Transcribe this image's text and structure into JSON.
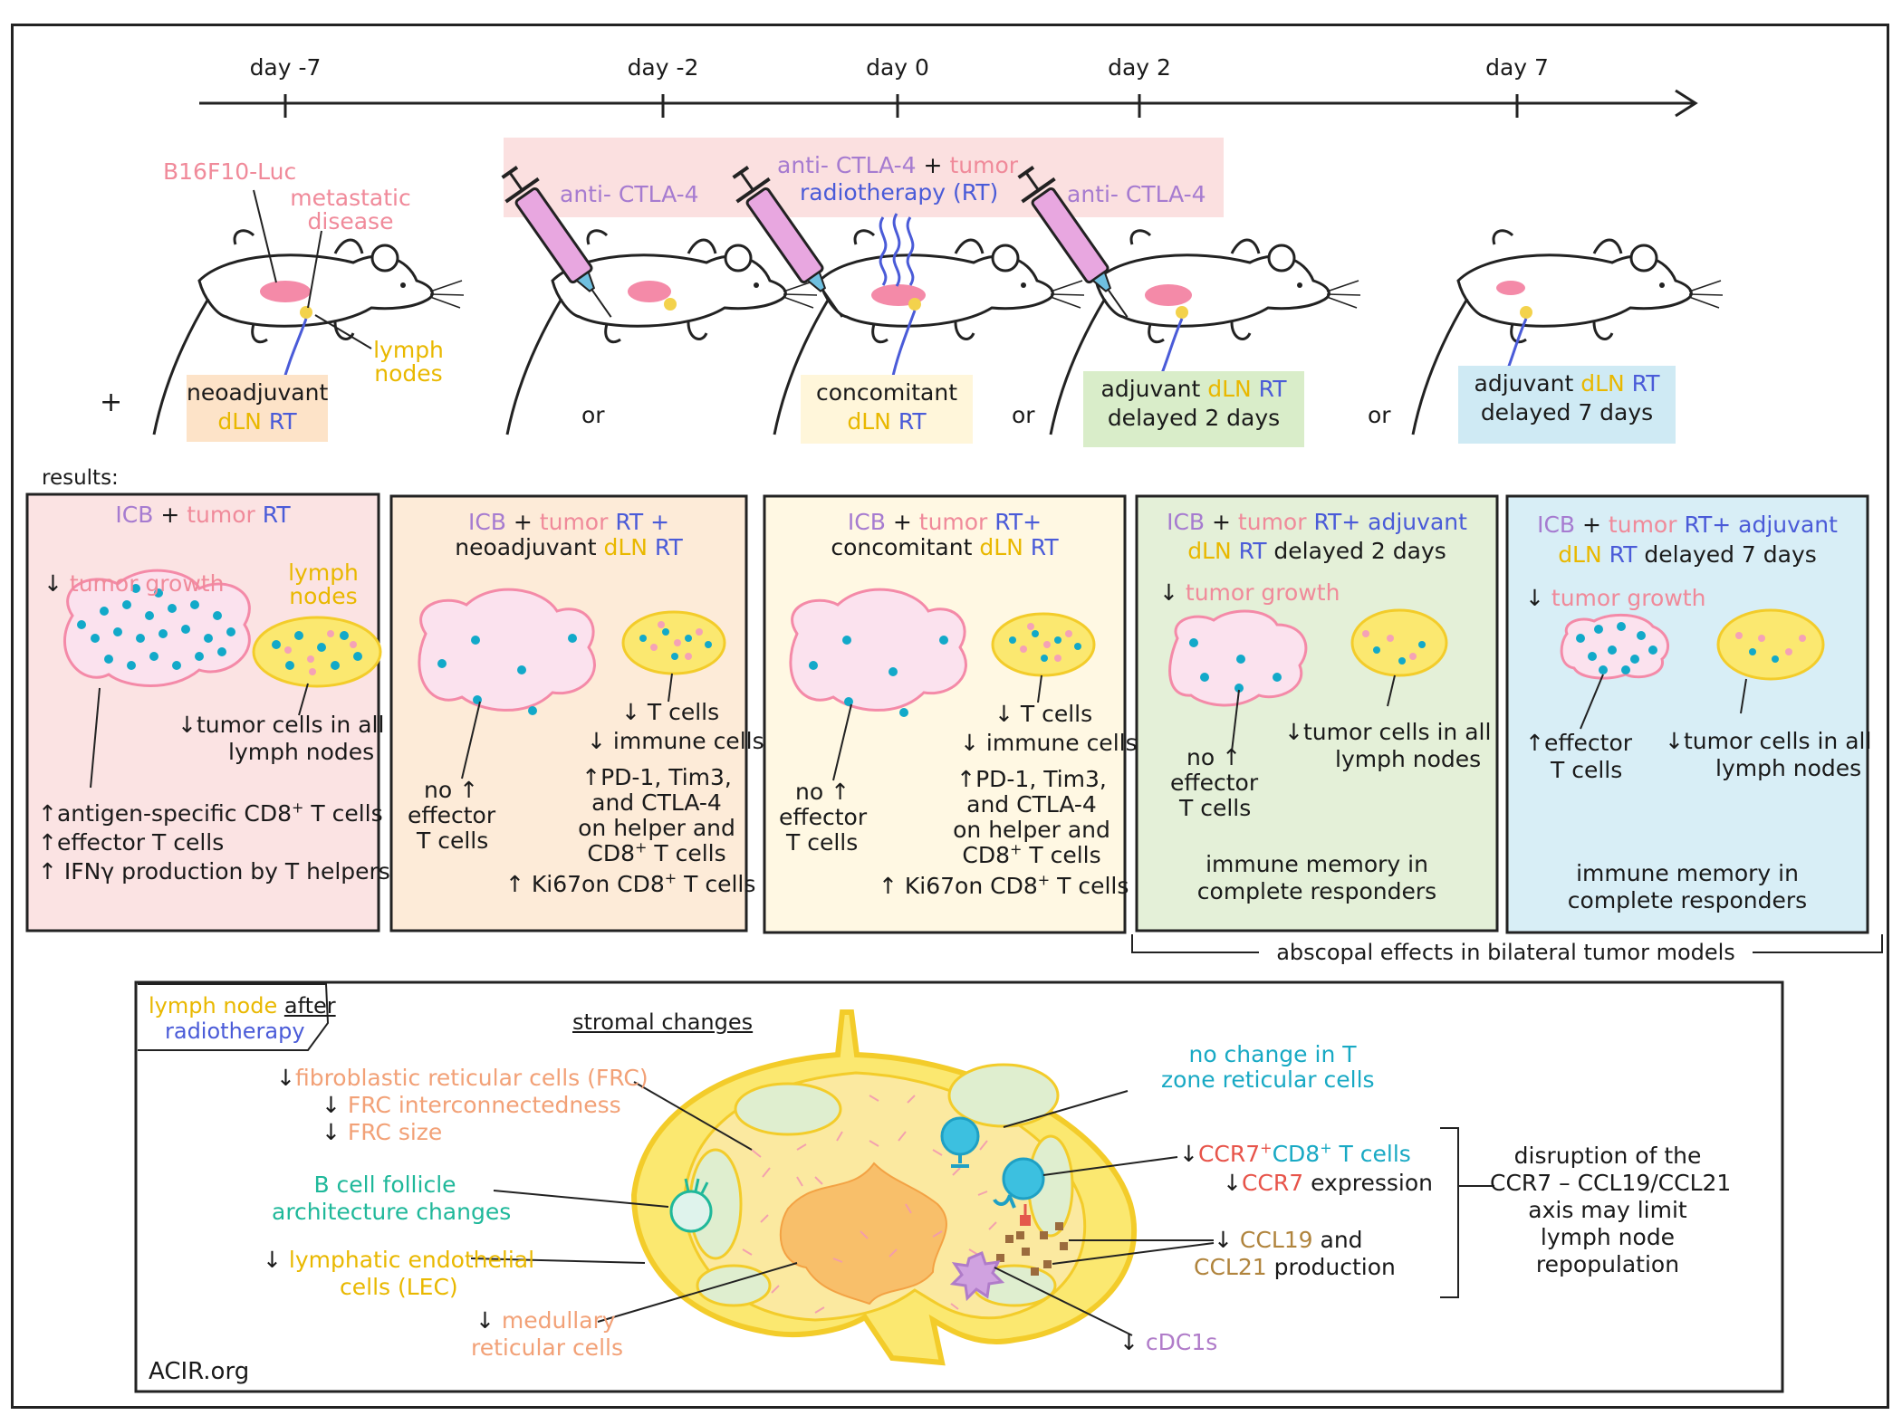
{
  "timeline": {
    "days": [
      "day -7",
      "day -2",
      "day 0",
      "day 2",
      "day 7"
    ]
  },
  "top": {
    "treatment_band": {
      "anti_ctla4_left": "anti- CTLA-4",
      "anti_ctla4_mid": "anti- CTLA-4",
      "plus": "+",
      "tumor": "tumor",
      "radiotherapy": "radiotherapy (RT)",
      "anti_ctla4_right": "anti- CTLA-4"
    },
    "mouse_labels": {
      "b16": "B16F10-Luc",
      "metastatic": "metastatic",
      "disease": "disease",
      "lymph": "lymph",
      "nodes": "nodes"
    },
    "plus_sign": "+",
    "or_labels": [
      "or",
      "or",
      "or"
    ],
    "schedules": [
      {
        "line1": "neoadjuvant",
        "dln": "dLN",
        "rt": "RT"
      },
      {
        "line1": "concomitant",
        "dln": "dLN",
        "rt": "RT"
      },
      {
        "pre": "adjuvant",
        "dln": "dLN",
        "rt": "RT",
        "line2": "delayed 2 days"
      },
      {
        "pre": "adjuvant",
        "dln": "dLN",
        "rt": "RT",
        "line2": "delayed 7 days"
      }
    ]
  },
  "results_label": "results:",
  "panels": [
    {
      "icb": "ICB",
      "plus": "+",
      "tumor": "tumor",
      "rt": "RT",
      "tumor_growth_arrow": "↓",
      "tumor_growth": "tumor growth",
      "lymph1": "lymph",
      "lymph2": "nodes",
      "tc1": "↓tumor cells in all",
      "tc2": "lymph nodes",
      "b1": "↑antigen-specific CD8",
      "b1sup": "+",
      "b1b": " T cells",
      "b2": "↑effector T cells",
      "b3": "↑ IFNγ production by T helpers"
    },
    {
      "icb": "ICB",
      "plus": "+",
      "tumor": "tumor",
      "rt": "RT +",
      "line2_pre": "neoadjuvant",
      "dln": "dLN",
      "rt2": "RT",
      "no": "no ↑",
      "eff": "effector",
      "tc": "T cells",
      "r1": "↓ T cells",
      "r2": "↓ immune cells",
      "r3": "↑PD-1, Tim3,",
      "r4": "and CTLA-4",
      "r5": "on helper and",
      "r6": "CD8",
      "r6sup": "+",
      "r6b": " T cells",
      "r7": "↑ Ki67on CD8",
      "r7sup": "+",
      "r7b": " T cells"
    },
    {
      "icb": "ICB",
      "plus": "+",
      "tumor": "tumor",
      "rt": "RT+",
      "line2_pre": "concomitant",
      "dln": "dLN",
      "rt2": "RT",
      "no": "no ↑",
      "eff": "effector",
      "tc": "T cells",
      "r1": "↓ T cells",
      "r2": "↓ immune cells",
      "r3": "↑PD-1, Tim3,",
      "r4": "and CTLA-4",
      "r5": "on helper and",
      "r6": "CD8",
      "r6sup": "+",
      "r6b": " T cells",
      "r7": "↑ Ki67on CD8",
      "r7sup": "+",
      "r7b": " T cells"
    },
    {
      "icb": "ICB",
      "plus": "+",
      "tumor": "tumor",
      "rt": "RT+ adjuvant",
      "dln": "dLN",
      "rt2": "RT",
      "delay": "delayed 2 days",
      "tumor_growth_arrow": "↓",
      "tumor_growth": "tumor growth",
      "no": "no ↑",
      "eff": "effector",
      "tc": "T cells",
      "tc1": "↓tumor cells in all",
      "tc2": "lymph nodes",
      "mem1": "immune memory in",
      "mem2": "complete responders"
    },
    {
      "icb": "ICB",
      "plus": "+",
      "tumor": "tumor",
      "rt": "RT+ adjuvant",
      "dln": "dLN",
      "rt2": "RT",
      "delay": "delayed 7 days",
      "tumor_growth_arrow": "↓",
      "tumor_growth": "tumor growth",
      "eff1": "↑effector",
      "eff2": "T cells",
      "tc1": "↓tumor cells in all",
      "tc2": "lymph nodes",
      "mem1": "immune memory in",
      "mem2": "complete responders"
    }
  ],
  "abscopal": "abscopal effects in bilateral tumor models",
  "bottom": {
    "legend": {
      "lymph_node": "lymph node",
      "after": "after",
      "radiotherapy": "radiotherapy"
    },
    "stromal_title": "stromal changes",
    "frc1": "fibroblastic reticular cells (FRC)",
    "frc2": "FRC interconnectedness",
    "frc3": "FRC size",
    "bcell1": "B cell follicle",
    "bcell2": "architecture changes",
    "lec1": "lymphatic endothelial",
    "lec2": "cells (LEC)",
    "med1": "medullary",
    "med2": "reticular cells",
    "tzone1": "no change in T",
    "tzone2": "zone reticular cells",
    "ccr7_a": "CCR7",
    "ccr7_sup1": "+",
    "ccr7_b": "CD8",
    "ccr7_sup2": "+",
    "ccr7_c": " T cells",
    "ccr7_expr_a": "CCR7",
    "ccr7_expr_b": " expression",
    "ccl_a": "CCL19",
    "ccl_and": " and",
    "ccl_b": "CCL21",
    "ccl_prod": " production",
    "cdc1": "cDC1s",
    "disruption": [
      "disruption of the",
      "CCR7 – CCL19/CCL21",
      "axis may limit",
      "lymph node",
      "repopulation"
    ],
    "source": "ACIR.org"
  },
  "colors": {
    "pink": "#f08a9a",
    "purple": "#a67bd0",
    "blue": "#4a5bd8",
    "yellow": "#e9b800",
    "panel1": "#fbe3e3",
    "panel2": "#fdebd8",
    "panel3": "#fff8e3",
    "panel4": "#e4f0d8",
    "panel5": "#d8eef6"
  }
}
